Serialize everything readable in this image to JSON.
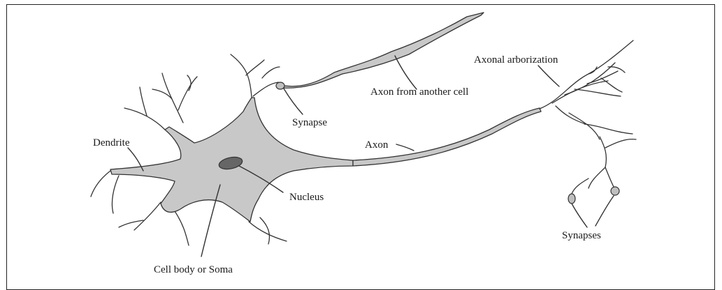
{
  "labels": {
    "dendrite": "Dendrite",
    "synapse": "Synapse",
    "axon_from_another_cell": "Axon from another cell",
    "axonal_arborization": "Axonal arborization",
    "axon": "Axon",
    "nucleus": "Nucleus",
    "synapses": "Synapses",
    "cell_body": "Cell body or Soma"
  },
  "colors": {
    "cell_fill": "#c8c8c8",
    "nucleus_fill": "#666666",
    "outline": "#333333",
    "text": "#1a1a1a",
    "background": "#ffffff"
  }
}
